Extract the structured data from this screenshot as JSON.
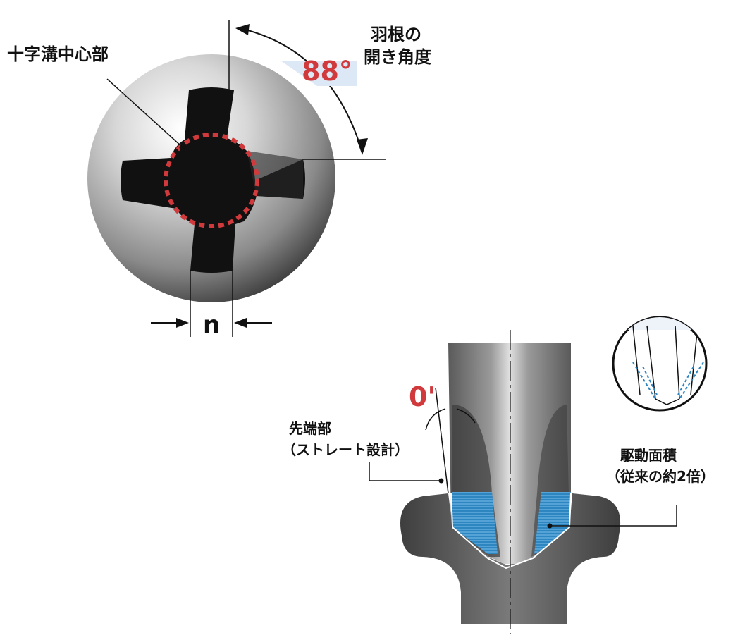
{
  "labels": {
    "cross_center": "十字溝中心部",
    "wing_angle_line1": "羽根の",
    "wing_angle_line2": "開き角度",
    "angle_value": "88°",
    "groove_width": "n",
    "taper_angle": "0'",
    "tip_line1": "先端部",
    "tip_line2": "（ストレート設計）",
    "drive_line1": "駆動面積",
    "drive_line2": "（従来の約2倍）"
  },
  "colors": {
    "accent_red": "#d03a3c",
    "drive_area_blue": "#2e86c1",
    "inset_bg": "#eef3fa",
    "metal_dark": "#4a4a4a"
  },
  "icons": [
    "arc-arrow-icon",
    "left-arrow-icon",
    "right-arrow-icon"
  ]
}
